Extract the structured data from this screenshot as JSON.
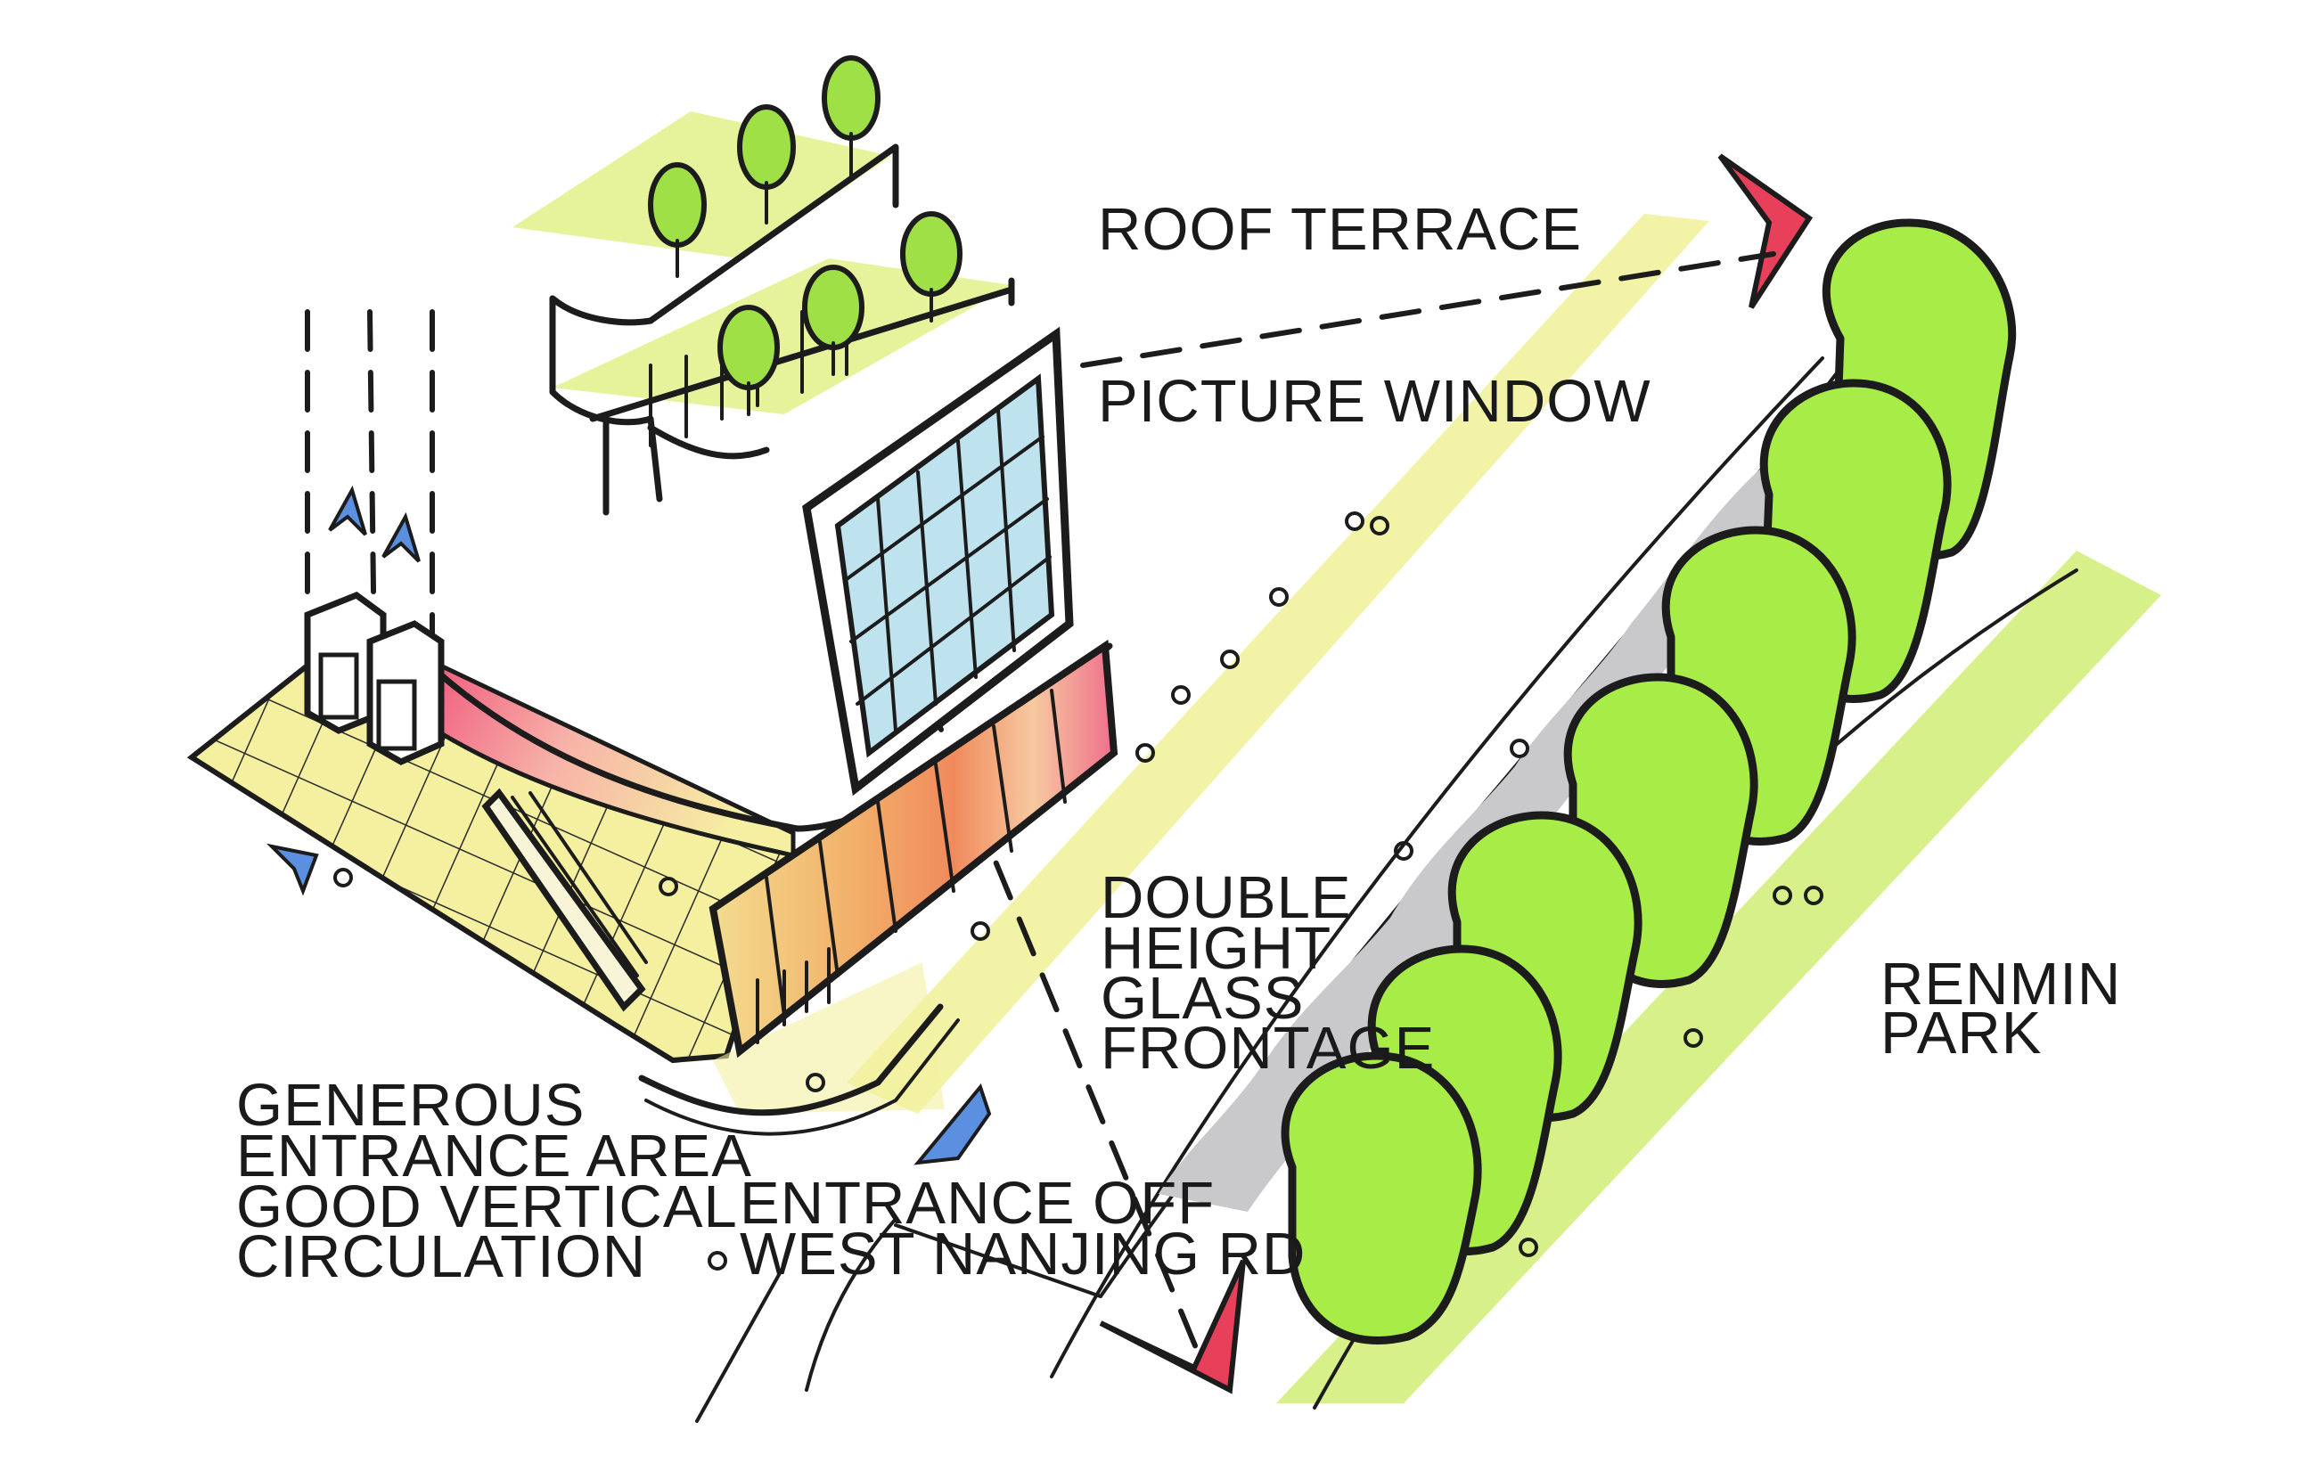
{
  "labels": {
    "roof_terrace": "ROOF TERRACE",
    "picture_window": "PICTURE WINDOW",
    "double_height_1": "DOUBLE",
    "double_height_2": "HEIGHT",
    "double_height_3": "GLASS",
    "double_height_4": "FRONTAGE",
    "renmin_1": "RENMIN",
    "renmin_2": "PARK",
    "generous_1": "GENEROUS",
    "generous_2": "ENTRANCE AREA",
    "generous_3": "GOOD VERTICAL",
    "generous_4": "CIRCULATION",
    "entrance_1": "ENTRANCE OFF",
    "entrance_2": "WEST NANJING RD"
  },
  "colors": {
    "park_green": "#d8f08a",
    "tree_green": "#a8ec48",
    "plaza_yellow": "#f4f0a0",
    "glass_blue": "#bfe2ef",
    "arrow_red": "#e8405a",
    "arrow_blue": "#5b8fe0",
    "shadow_grey": "#c9c9cc"
  }
}
